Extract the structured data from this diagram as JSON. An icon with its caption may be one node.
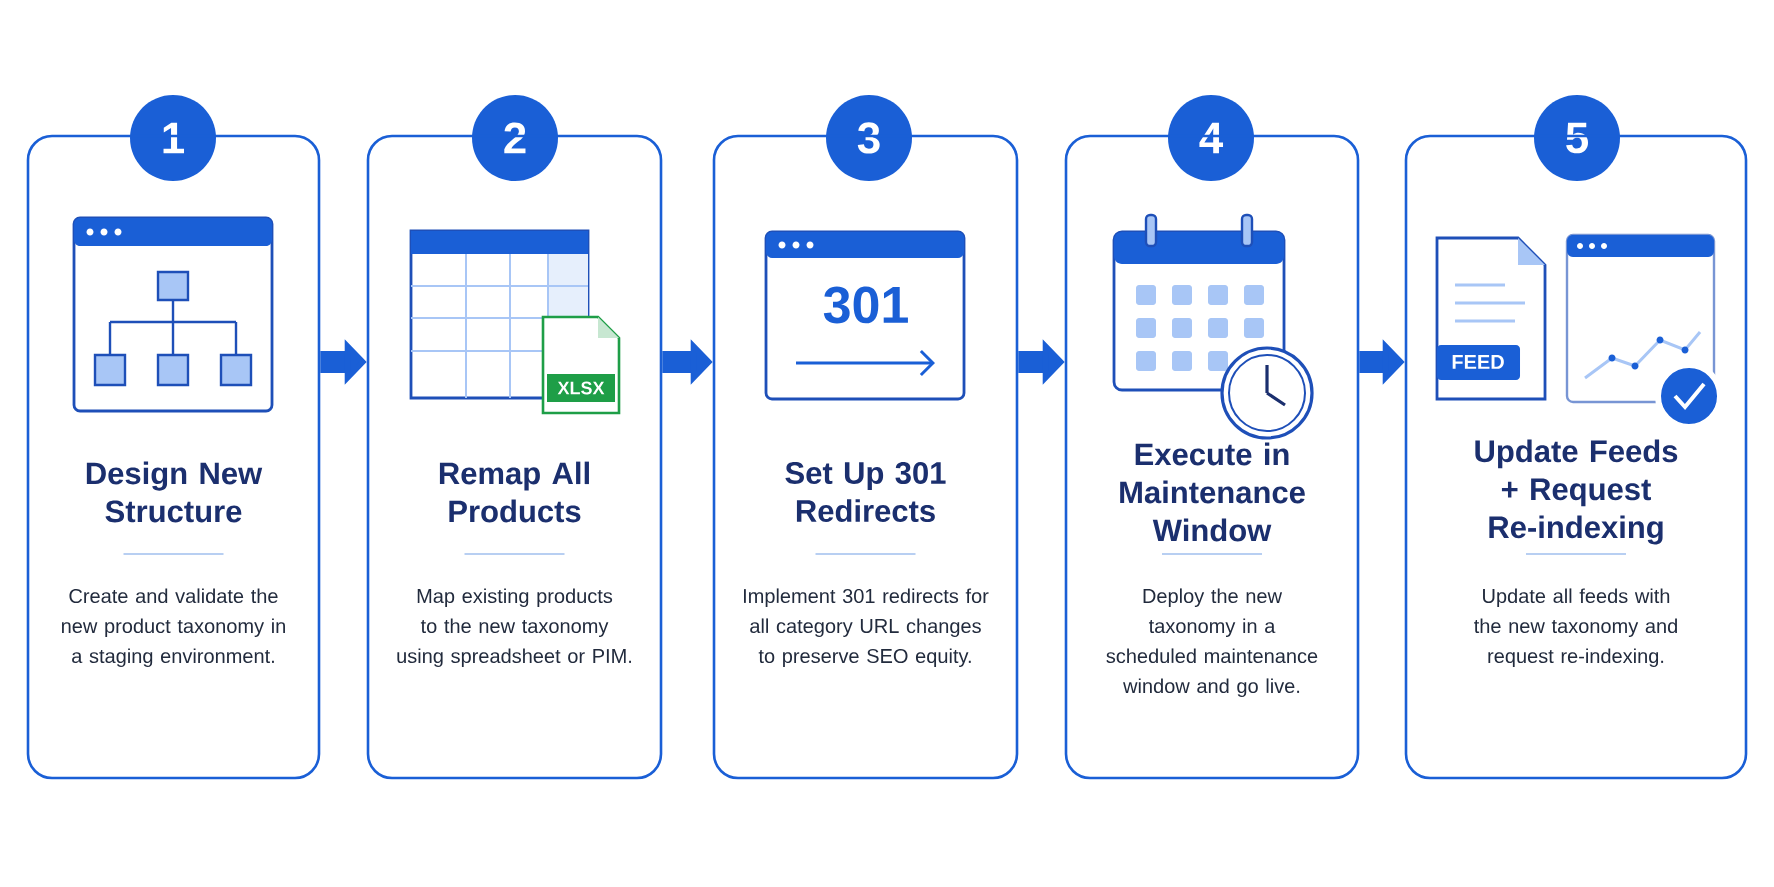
{
  "diagram": {
    "nodes": [
      {
        "text": [
          "1"
        ]
      },
      {
        "text": [
          "Design New Structure",
          "Create and validate the new product taxonomy in a staging environment."
        ]
      },
      {
        "text": [
          "2"
        ]
      },
      {
        "text": [
          "Remap All Products",
          "Map existing products to the new taxonomy using spreadsheet or PIM."
        ]
      },
      {
        "text": [
          "3"
        ]
      },
      {
        "text": [
          "Set Up 301 Redirects",
          "Implement 301 redirects for all category URL changes to preserve SEO equity."
        ]
      },
      {
        "text": [
          "4"
        ]
      },
      {
        "text": [
          "Execute in Maintenance Window",
          "Deploy the new taxonomy in a scheduled maintenance window and go live."
        ]
      },
      {
        "text": [
          "5"
        ]
      },
      {
        "text": [
          "Update Feeds + Request Re-indexing",
          "Update all feeds with the new taxonomy and request re-indexing."
        ]
      }
    ],
    "edges": [
      {
        "from": 1,
        "to": 3,
        "arrow": "to"
      },
      {
        "from": 3,
        "to": 5,
        "arrow": "to"
      },
      {
        "from": 5,
        "to": 7,
        "arrow": "to"
      },
      {
        "from": 7,
        "to": 9,
        "arrow": "to"
      }
    ],
    "labels": [
      "XLSX",
      "301",
      "FEED"
    ]
  }
}
